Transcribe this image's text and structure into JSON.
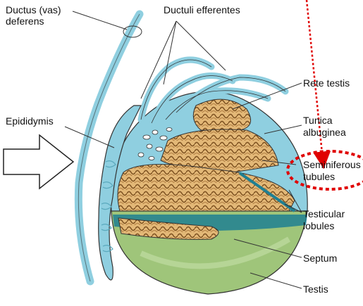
{
  "labels": {
    "ductus_line1": "Ductus (vas)",
    "ductus_line2": "deferens",
    "ductuli_efferentes": "Ductuli efferentes",
    "epididymis": "Epididymis",
    "rete_testis": "Rete testis",
    "tunica_line1": "Tunica",
    "tunica_line2": "albuginea",
    "seminiferous_line1": "Seminiferous",
    "seminiferous_line2": "tubules",
    "lobules_line1": "Testicular",
    "lobules_line2": "lobules",
    "septum": "Septum",
    "testis": "Testis"
  },
  "annotations": {
    "pointer_arrow": "hollow right-pointing arrow aimed at the epididymis",
    "highlight": "red dotted ellipse around the seminiferous tubules label with red dotted leader arrow"
  },
  "colors": {
    "duct_blue": "#8fcfe0",
    "tubule_gold": "#e3b877",
    "lobule_brown": "#8a5a25",
    "testis_green": "#9fc57a",
    "annotation_red": "#e00000"
  }
}
